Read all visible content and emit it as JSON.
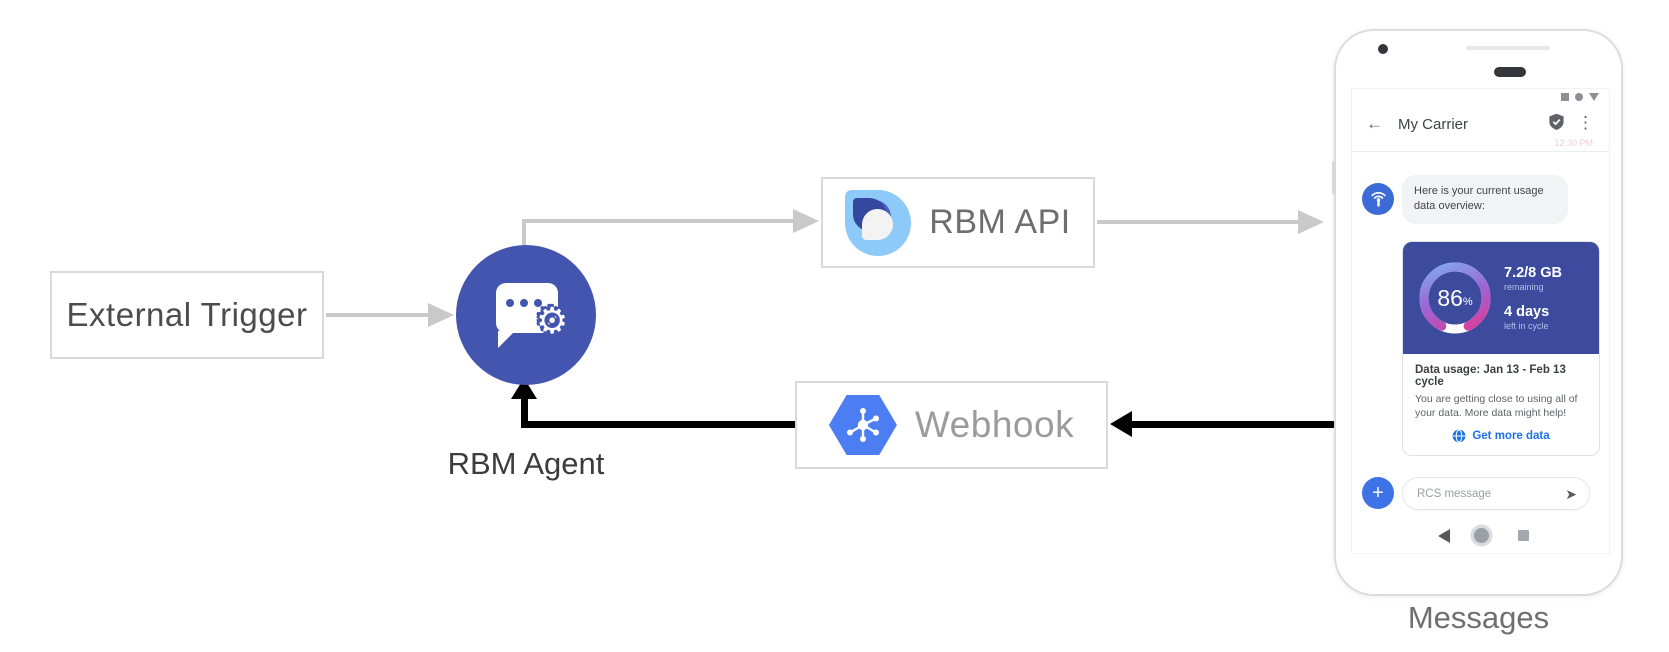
{
  "diagram": {
    "external_trigger": {
      "label": "External Trigger"
    },
    "rbm_agent": {
      "label": "RBM Agent"
    },
    "rbm_api": {
      "label": "RBM API"
    },
    "webhook": {
      "label": "Webhook"
    },
    "messages_caption": "Messages",
    "colors": {
      "agent_indigo": "#4355ae",
      "card_indigo": "#3c4b9e",
      "webhook_blue": "#4d7df2",
      "rbm_logo_light_blue": "#8ecaf9",
      "rbm_logo_navy": "#35489f",
      "arrow_gray": "#c9c9c9",
      "arrow_black": "#000000",
      "link_blue": "#1a73e8",
      "gauge_gradient": [
        "#7db0f5",
        "#9d64d4",
        "#e8358f"
      ]
    }
  },
  "phone": {
    "header": {
      "back_icon": "←",
      "title": "My Carrier",
      "menu_icon": "⋮",
      "timestamp": "12:30 PM"
    },
    "chat": {
      "agent_message": "Here is your current usage data overview:",
      "usage_card": {
        "percent_value": "86",
        "percent_unit": "%",
        "remaining_value": "7.2/8 GB",
        "remaining_label": "remaining",
        "days_value": "4 days",
        "days_label": "left in cycle",
        "title": "Data usage: Jan 13 - Feb 13 cycle",
        "body": "You are getting close to using all of your data. More data might help!",
        "action_label": "Get more data"
      }
    },
    "composer": {
      "plus_icon": "+",
      "placeholder": "RCS message",
      "send_icon": "➤"
    },
    "agent_icon": {
      "gear_glyph": "⚙"
    }
  }
}
